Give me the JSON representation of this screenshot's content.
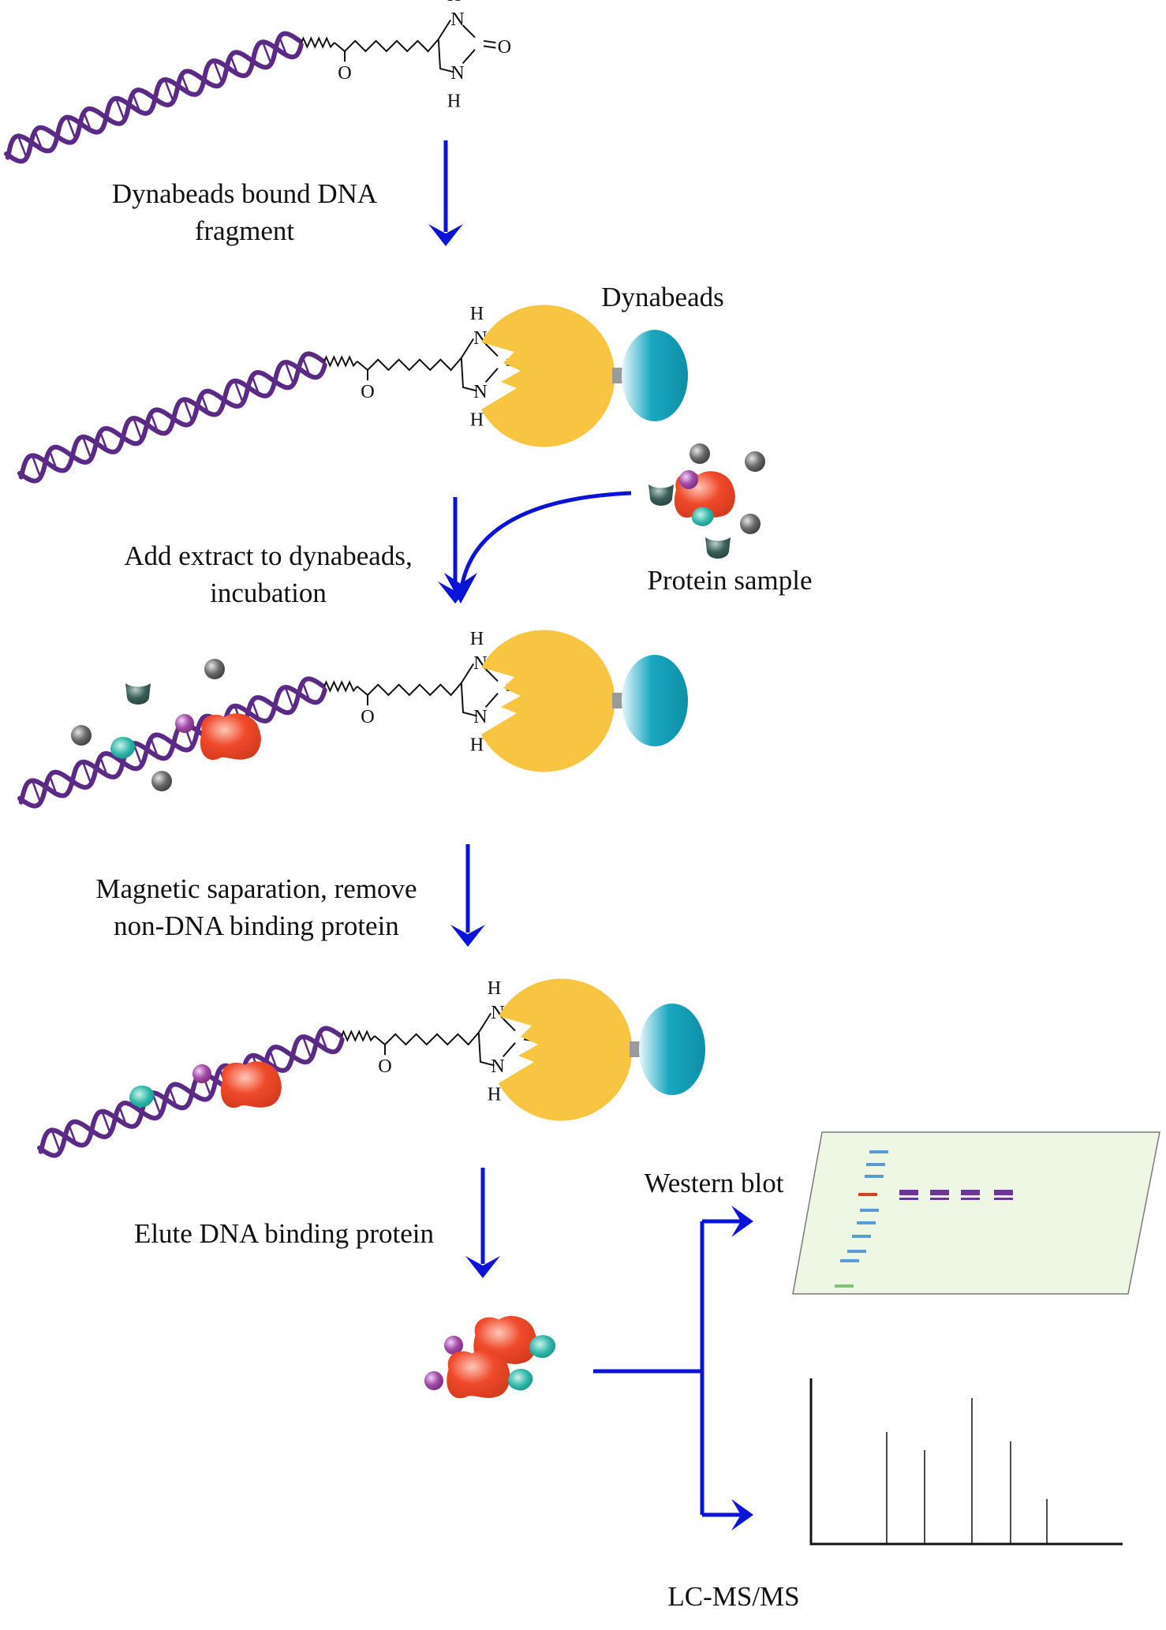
{
  "labels": {
    "step1": [
      "Dynabeads bound DNA",
      "fragment"
    ],
    "dynabeads": "Dynabeads",
    "step2": [
      "Add extract to dynabeads,",
      "incubation"
    ],
    "protein_sample": "Protein sample",
    "step3": [
      "Magnetic saparation, remove",
      "non-DNA binding protein"
    ],
    "step4": "Elute DNA binding protein",
    "western_blot": "Western blot",
    "lcms": "LC-MS/MS"
  },
  "atoms": {
    "H": "H",
    "N": "N",
    "O": "O"
  },
  "colors": {
    "dna": "#5b2a86",
    "arrow": "#0b13d8",
    "bead_yellow": "#f8c542",
    "magnet_teal": "#1aa7c0",
    "linker": "#9a9a9a",
    "protein_red": "#ef4a2b",
    "protein_teal": "#2bb3a5",
    "protein_purple": "#a24aa8",
    "protein_gray": "#6b6b6b",
    "protein_darkgreen": "#3c5e58",
    "blot_bg": "#eef6e4",
    "ladder_blue": "#5b9bd5",
    "ladder_red": "#d8402b",
    "ladder_green": "#7cc47c",
    "band_purple": "#6a3593"
  },
  "icons": [
    "dna-helix-icon",
    "biotin-icon",
    "dynabead-icon",
    "magnet-icon",
    "protein-icon",
    "arrow-icon",
    "blot-membrane-icon",
    "mass-spectrum-icon"
  ]
}
